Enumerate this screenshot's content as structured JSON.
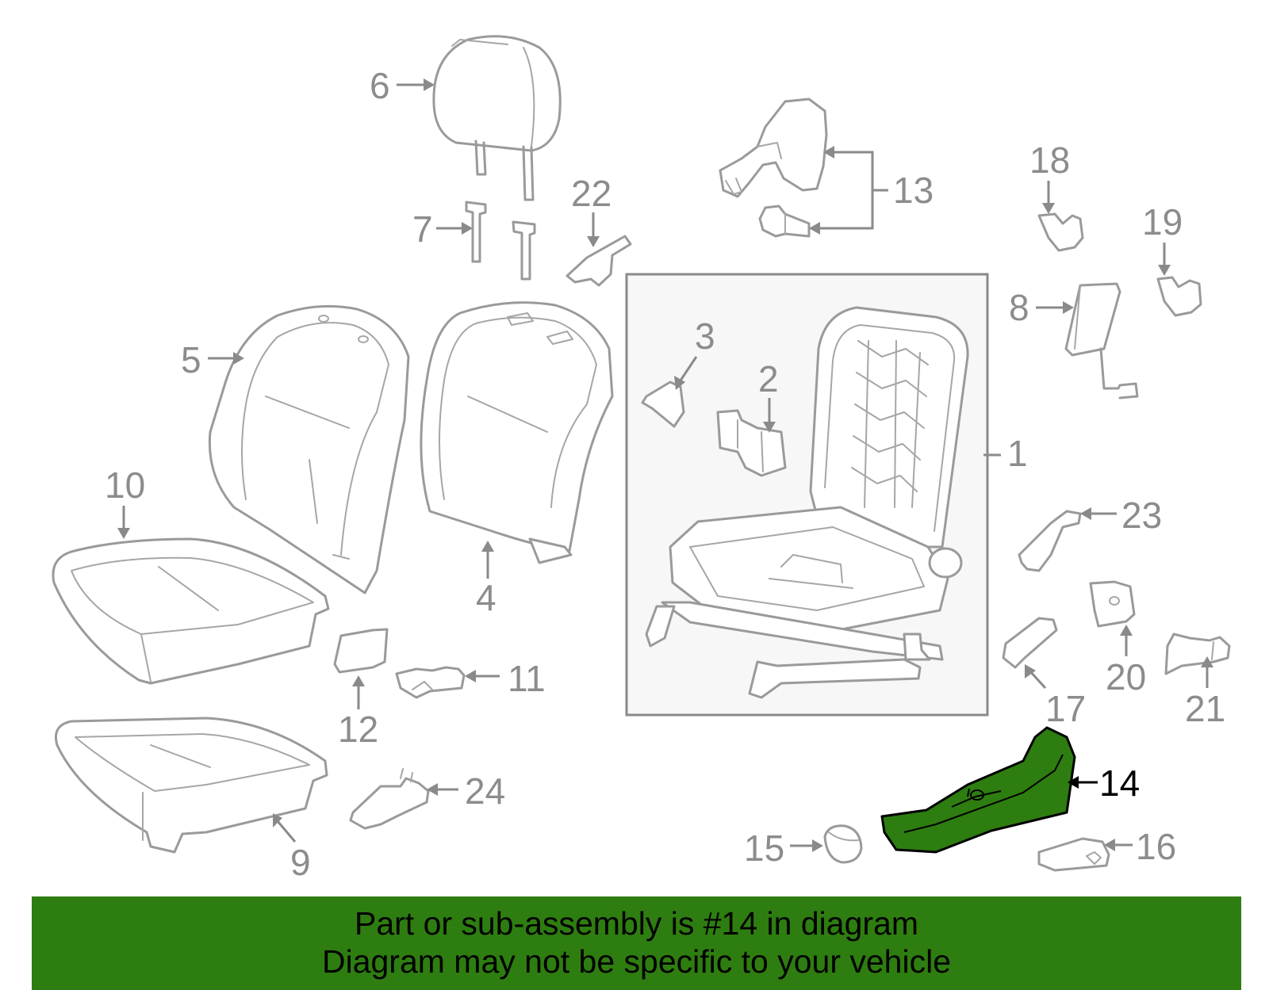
{
  "diagram": {
    "highlighted_part": "14",
    "highlight_color": "#2e7d10",
    "part_color": "#9a9a9a",
    "callouts": {
      "p1": "1",
      "p2": "2",
      "p3": "3",
      "p4": "4",
      "p5": "5",
      "p6": "6",
      "p7": "7",
      "p8": "8",
      "p9": "9",
      "p10": "10",
      "p11": "11",
      "p12": "12",
      "p13": "13",
      "p14": "14",
      "p15": "15",
      "p16": "16",
      "p17": "17",
      "p18": "18",
      "p19": "19",
      "p20": "20",
      "p21": "21",
      "p22": "22",
      "p23": "23",
      "p24": "24"
    }
  },
  "caption": {
    "line1": "Part or sub-assembly is #14 in diagram",
    "line2": "Diagram may not be specific to your vehicle",
    "background": "#2e7d10"
  }
}
